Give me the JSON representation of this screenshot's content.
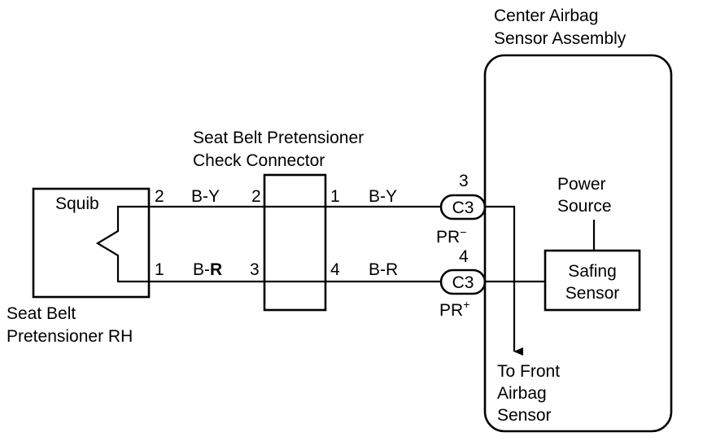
{
  "assembly": {
    "title_line1": "Center Airbag",
    "title_line2": "Sensor Assembly",
    "power_source_line1": "Power",
    "power_source_line2": "Source",
    "safing_line1": "Safing",
    "safing_line2": "Sensor"
  },
  "check_connector": {
    "title_line1": "Seat Belt Pretensioner",
    "title_line2": "Check Connector",
    "pins": {
      "top_left": "2",
      "top_right": "1",
      "bottom_left": "3",
      "bottom_right": "4"
    }
  },
  "pretensioner": {
    "squib_label": "Squib",
    "label_line1": "Seat Belt",
    "label_line2": "Pretensioner RH",
    "pins": {
      "top": "2",
      "bottom": "1"
    }
  },
  "wires": {
    "top_left": "B-Y",
    "top_right": "B-Y",
    "bottom_left_prefix": "B-",
    "bottom_left_suffix": "R",
    "bottom_right": "B-R"
  },
  "connectors": {
    "top": {
      "id": "C3",
      "pin": "3",
      "signal": "PR",
      "polarity": "−"
    },
    "bottom": {
      "id": "C3",
      "pin": "4",
      "signal": "PR",
      "polarity": "+"
    }
  },
  "front_sensor": {
    "line1": "To Front",
    "line2": "Airbag",
    "line3": "Sensor"
  }
}
